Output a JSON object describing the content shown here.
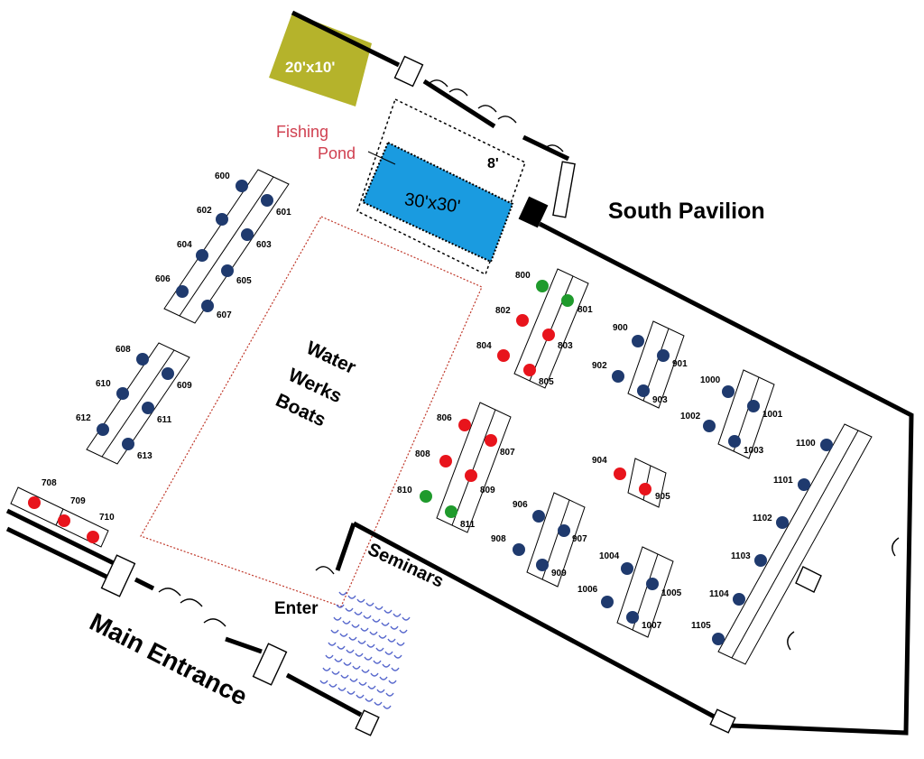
{
  "labels": {
    "south_pavilion": "South Pavilion",
    "main_entrance": "Main Entrance",
    "water_werks": [
      "Water",
      "Werks",
      "Boats"
    ],
    "seminars": "Seminars",
    "enter": "Enter",
    "fishing_pond": [
      "Fishing",
      "Pond"
    ],
    "pond_size": "30'x30'",
    "storage_size": "20'x10'",
    "gap_note": "8'"
  },
  "colors": {
    "booth_default": "#1f3a6e",
    "booth_reserved": "#e8141c",
    "booth_green": "#1f9a2c",
    "pond": "#1a9be0",
    "storage": "#b5b32b",
    "outline": "#000000",
    "red_outline": "#c0392b",
    "seminar_chairs": "#5566cc"
  },
  "booths": [
    {
      "id": "600",
      "status": "default"
    },
    {
      "id": "601",
      "status": "default"
    },
    {
      "id": "602",
      "status": "default"
    },
    {
      "id": "603",
      "status": "default"
    },
    {
      "id": "604",
      "status": "default"
    },
    {
      "id": "605",
      "status": "default"
    },
    {
      "id": "606",
      "status": "default"
    },
    {
      "id": "607",
      "status": "default"
    },
    {
      "id": "608",
      "status": "default"
    },
    {
      "id": "609",
      "status": "default"
    },
    {
      "id": "610",
      "status": "default"
    },
    {
      "id": "611",
      "status": "default"
    },
    {
      "id": "612",
      "status": "default"
    },
    {
      "id": "613",
      "status": "default"
    },
    {
      "id": "708",
      "status": "reserved"
    },
    {
      "id": "709",
      "status": "reserved"
    },
    {
      "id": "710",
      "status": "reserved"
    },
    {
      "id": "800",
      "status": "green"
    },
    {
      "id": "801",
      "status": "green"
    },
    {
      "id": "802",
      "status": "reserved"
    },
    {
      "id": "803",
      "status": "reserved"
    },
    {
      "id": "804",
      "status": "reserved"
    },
    {
      "id": "805",
      "status": "reserved"
    },
    {
      "id": "806",
      "status": "reserved"
    },
    {
      "id": "807",
      "status": "reserved"
    },
    {
      "id": "808",
      "status": "reserved"
    },
    {
      "id": "809",
      "status": "reserved"
    },
    {
      "id": "810",
      "status": "green"
    },
    {
      "id": "811",
      "status": "green"
    },
    {
      "id": "900",
      "status": "default"
    },
    {
      "id": "901",
      "status": "default"
    },
    {
      "id": "902",
      "status": "default"
    },
    {
      "id": "903",
      "status": "default"
    },
    {
      "id": "904",
      "status": "reserved"
    },
    {
      "id": "905",
      "status": "reserved"
    },
    {
      "id": "906",
      "status": "default"
    },
    {
      "id": "907",
      "status": "default"
    },
    {
      "id": "908",
      "status": "default"
    },
    {
      "id": "909",
      "status": "default"
    },
    {
      "id": "1000",
      "status": "default"
    },
    {
      "id": "1001",
      "status": "default"
    },
    {
      "id": "1002",
      "status": "default"
    },
    {
      "id": "1003",
      "status": "default"
    },
    {
      "id": "1004",
      "status": "default"
    },
    {
      "id": "1005",
      "status": "default"
    },
    {
      "id": "1006",
      "status": "default"
    },
    {
      "id": "1007",
      "status": "default"
    },
    {
      "id": "1100",
      "status": "default"
    },
    {
      "id": "1101",
      "status": "default"
    },
    {
      "id": "1102",
      "status": "default"
    },
    {
      "id": "1103",
      "status": "default"
    },
    {
      "id": "1104",
      "status": "default"
    },
    {
      "id": "1105",
      "status": "default"
    }
  ]
}
